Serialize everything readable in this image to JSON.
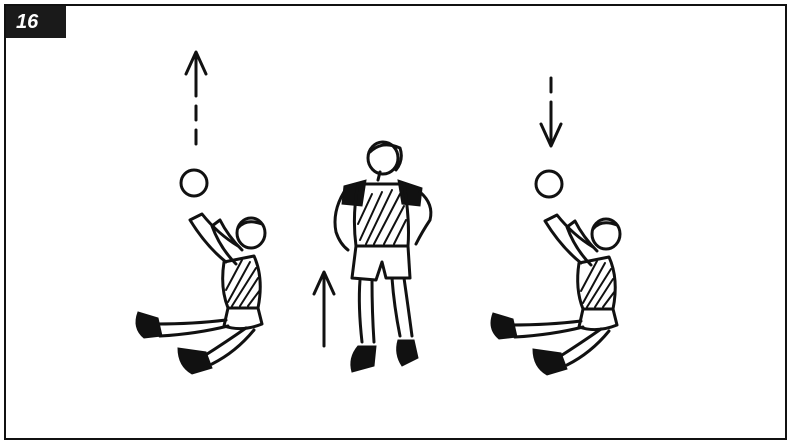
{
  "figure": {
    "number": "16"
  },
  "scene": {
    "left_arrow": "arrow-up-dashed",
    "right_arrow": "arrow-down-dashed",
    "center_arrow": "arrow-up",
    "ink_color": "#111111"
  }
}
